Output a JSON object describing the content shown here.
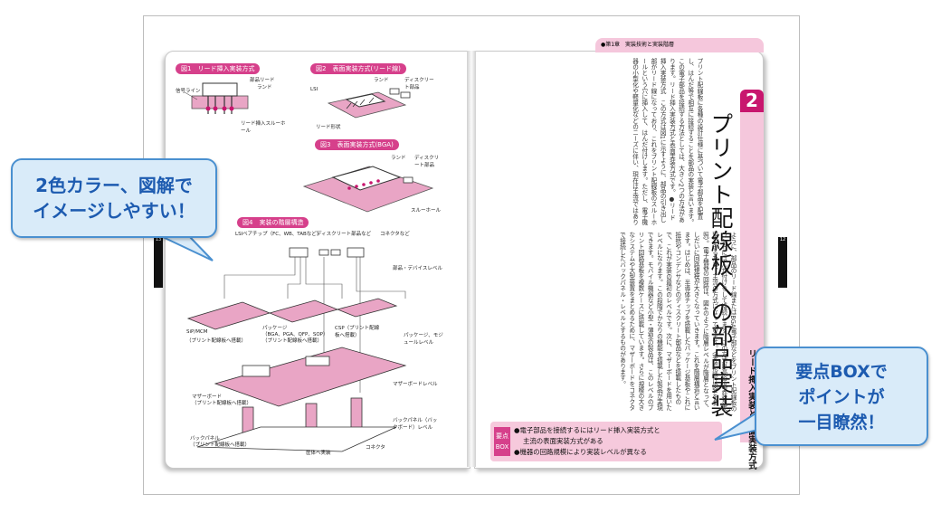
{
  "chapter_header": "●第1章　実装技術と実装階層",
  "section_number": "2",
  "section_title": "プリント配線板への部品実装",
  "section_subtitle": "リード挿入実装と表面実装方式",
  "subtitle_tail": "と",
  "page_numbers": {
    "left": "13",
    "right": "12"
  },
  "figures": {
    "fig1": {
      "title": "図1　リード挿入実装方式",
      "labels": [
        "信号ライン",
        "部品リード",
        "ランド",
        "リード挿入スルーホール"
      ]
    },
    "fig2": {
      "title": "図2　表面実装方式(リード線)",
      "labels": [
        "LSI",
        "ランド",
        "ディスクリート部品",
        "リード形状"
      ]
    },
    "fig3": {
      "title": "図3　表面実装方式(BGA)",
      "labels": [
        "ランド",
        "ディスクリート部品",
        "スルーホール"
      ]
    },
    "fig4": {
      "title": "図4　実装の階層構造",
      "labels": [
        "LSIベアチップ（FC、WB、TABなど）",
        "ディスクリート部品など",
        "コネクタなど",
        "部品・デバイスレベル",
        "SiP/MCM",
        "（プリント配線板へ搭載）",
        "パッケージ",
        "（BGA、PGA、QFP、SOP）",
        "（プリント配線板へ搭載）",
        "CSP（プリント配線板へ搭載）",
        "パッケージ、モジュールレベル",
        "マザーボード",
        "（プリント配線板へ搭載）",
        "マザーボードレベル",
        "バックパネル（バックボード）レベル",
        "バックパネル",
        "（プリント配線板へ搭載）",
        "コネクタ",
        "筐体へ実装"
      ]
    }
  },
  "right_body_text": "プリント配線板に各種の設計仕様に基づいて電子部品を配置し、はんだ等で相互に接続することを部品の実装と言います。この電子部品を接続する方法としては、大きく2つの方法があります。リード挿入実装方式と表面実装方式です。●リード挿入実装方式　この方式は図1に示すように、部品の引き出し部がリード線になっており、これをプリント配線板のスルーホールという穴に挿入して、はんだ付けします。ただし、電子機器の小型化や軽量化などのニーズに伴い、現在は主流ではありません。部品実装の方法として、電源部分のように実装強度が要求される機器部分などには、現在も採用されています。●表面実装方式　小型部品を用いて高密度実装するためにえられたのが表面実装方式です。図2、図3に示す",
  "right_body_text2": "ように、部品のリード線またはBGA電子部などをプリント配線板のランドにはんだ付けをして接続します。この方式は高密度実装を実現できるため、主流の方式になっています。（実装形態は図4を参照）。電子機器の回路は、図4のように階層レベルが階層となって、しだいに回路規模が大きくなっていきます。これを階層構造と言います。はじめは、半導体チップを搭載したパッケージ基板やこれに抵抗やコンデンサなどのディスクリート部品などを搭載したもので、これが実装の最初のレベルです。次に、マザーボードを用いたレベルになります。この段階でかなりの機能を搭載した製品が実現できます。モバイル機器など小型・薄型の製品は、このレベルのプリント回路基板を複数ケースに搭載しています。さらに規模の大きなシステムや大型装置をまとめるために、マザーボードをコネクタで接続したバックパネル・レベルとするものがあります。",
  "key_box": {
    "label": "要点BOX",
    "points": [
      "●電子部品を接続するにはリード挿入実装方式と",
      "主流の表面実装方式がある",
      "●機器の回路規模により実装レベルが異なる"
    ]
  },
  "callouts": {
    "left": [
      "2色カラー、図解で",
      "イメージしやすい！"
    ],
    "right": [
      "要点BOXで",
      "ポイントが",
      "一目瞭然！"
    ]
  },
  "colors": {
    "accent": "#d6408b",
    "accent_dark": "#c8166e",
    "pink_light": "#f5c7dc",
    "bubble_border": "#4a90d0",
    "bubble_fill": "#d9ebf9",
    "bubble_text": "#1d5bb0"
  }
}
